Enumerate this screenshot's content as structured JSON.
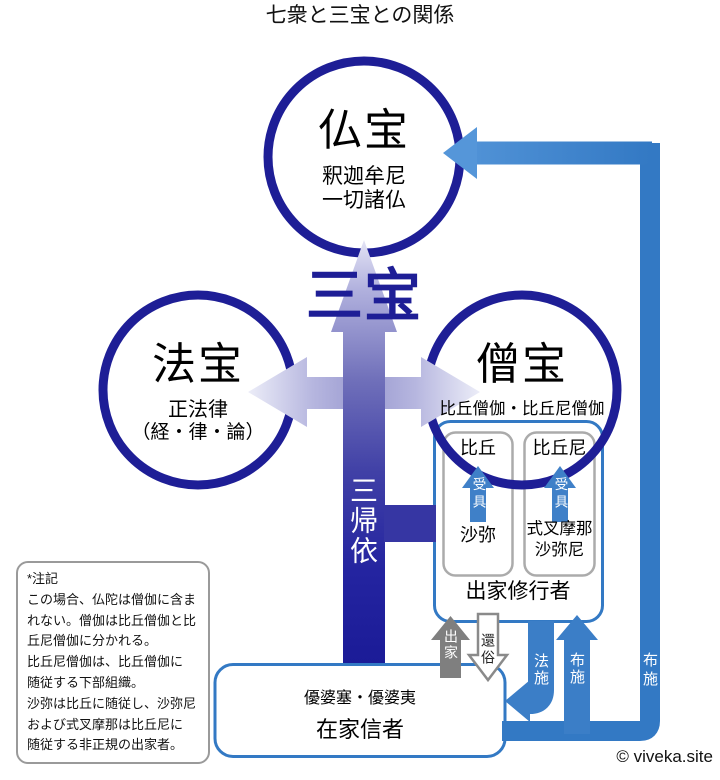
{
  "title": "七衆と三宝との関係",
  "copyright": "© viveka.site",
  "colors": {
    "navy": "#1e1e96",
    "shaft_dark_navy": "#1b1b97",
    "lavender_light": "#ecedf8",
    "blue": "#3379c4",
    "light_blue": "#5596d9",
    "arrow_blue": "#3b7ec7",
    "gray_arrow": "#7f7f7f",
    "inner_box_border": "#ababab"
  },
  "three_jewels": {
    "label": "三宝",
    "refuge_label": "三帰依",
    "buddha": {
      "name": "仏宝",
      "line1": "釈迦牟尼",
      "line2": "一切諸仏"
    },
    "dharma": {
      "name": "法宝",
      "line1": "正法律",
      "line2": "（経・律・論）"
    },
    "sangha": {
      "name": "僧宝",
      "line1": "比丘僧伽・比丘尼僧伽"
    }
  },
  "monastics": {
    "label": "出家修行者",
    "bhikkhu_box": {
      "ordained": "比丘",
      "novice": "沙弥",
      "ordination": "受具"
    },
    "bhikkhuni_box": {
      "ordained": "比丘尼",
      "novice": "式叉摩那\n沙弥尼",
      "ordination": "受具"
    }
  },
  "laity": {
    "line1": "優婆塞・優婆夷",
    "label": "在家信者"
  },
  "flows": {
    "ordain": "出家",
    "return_secular": "還俗",
    "dharma_giving": "法施",
    "alms_to_sangha": "布施",
    "alms_to_buddha": "布施"
  },
  "note": {
    "text": "*注記\nこの場合、仏陀は僧伽に含ま\nれない。僧伽は比丘僧伽と比\n丘尼僧伽に分かれる。\n比丘尼僧伽は、比丘僧伽に\n随従する下部組織。\n沙弥は比丘に随従し、沙弥尼\nおよび式叉摩那は比丘尼に\n随従する非正規の出家者。"
  }
}
